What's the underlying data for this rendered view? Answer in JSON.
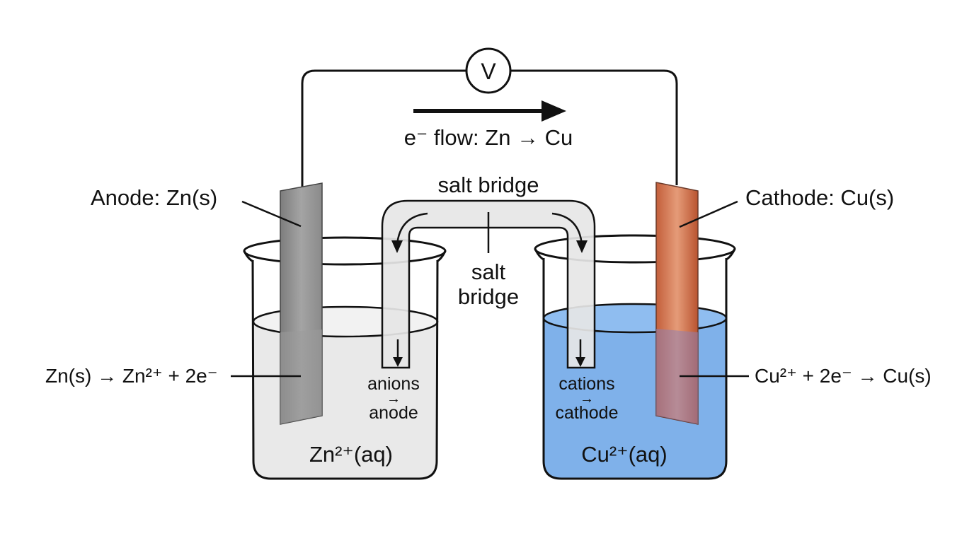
{
  "voltmeter": {
    "symbol": "V"
  },
  "electron_flow": {
    "label": "e⁻ flow: Zn → Cu"
  },
  "salt_bridge": {
    "top_label": "salt bridge",
    "center_label_line1": "salt",
    "center_label_line2": "bridge"
  },
  "anode": {
    "label": "Anode: Zn(s)",
    "reaction": "Zn(s) → Zn²⁺ + 2e⁻",
    "solution": "Zn²⁺(aq)",
    "ion_label_line1": "anions",
    "ion_label_arrow": "→",
    "ion_label_line2": "anode"
  },
  "cathode": {
    "label": "Cathode: Cu(s)",
    "reaction": "Cu²⁺ + 2e⁻ → Cu(s)",
    "solution": "Cu²⁺(aq)",
    "ion_label_line1": "cations",
    "ion_label_arrow": "→",
    "ion_label_line2": "cathode"
  },
  "colors": {
    "zinc": "#8e8e8e",
    "copper": "#c0603f",
    "zinc_solution": "#e9e9e9",
    "copper_solution": "#7fb1ea",
    "bridge": "#e6e6e6"
  }
}
